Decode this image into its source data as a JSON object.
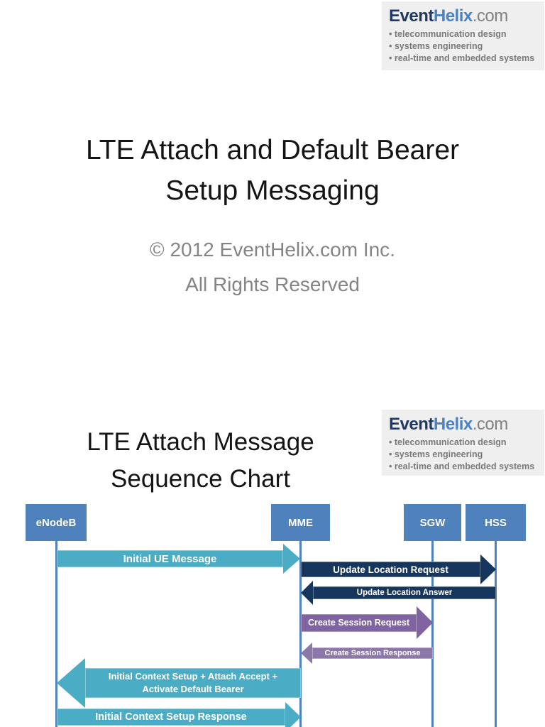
{
  "logo": {
    "brand_part1": "Event",
    "brand_part2": "Helix",
    "brand_part3": ".com",
    "bullet1": "telecommunication design",
    "bullet2": "systems engineering",
    "bullet3": "real-time and embedded systems"
  },
  "title_slide": {
    "title_line1": "LTE Attach and Default Bearer",
    "title_line2": "Setup Messaging",
    "copyright": "© 2012 EventHelix.com Inc.",
    "rights": "All Rights Reserved"
  },
  "diagram_slide": {
    "title_line1": "LTE Attach Message",
    "title_line2": "Sequence Chart"
  },
  "chart_data": {
    "type": "sequence_diagram",
    "title": "LTE Attach Message Sequence Chart",
    "actors": [
      {
        "name": "eNodeB"
      },
      {
        "name": "MME"
      },
      {
        "name": "SGW"
      },
      {
        "name": "HSS"
      }
    ],
    "messages": [
      {
        "label": "Initial UE Message",
        "from": "eNodeB",
        "to": "MME",
        "direction": "right",
        "color": "#4BACC6"
      },
      {
        "label": "Update Location Request",
        "from": "MME",
        "to": "HSS",
        "direction": "right",
        "color": "#17365D"
      },
      {
        "label": "Update Location Answer",
        "from": "HSS",
        "to": "MME",
        "direction": "left",
        "color": "#17365D"
      },
      {
        "label": "Create Session Request",
        "from": "MME",
        "to": "SGW",
        "direction": "right",
        "color": "#8064A2"
      },
      {
        "label": "Create Session Response",
        "from": "SGW",
        "to": "MME",
        "direction": "left",
        "color": "#8C77A8"
      },
      {
        "label": "Initial Context Setup + Attach Accept + Activate Default Bearer",
        "from": "MME",
        "to": "eNodeB",
        "direction": "left",
        "color": "#4BACC6"
      },
      {
        "label": "Initial Context Setup Response",
        "from": "eNodeB",
        "to": "MME",
        "direction": "right",
        "color": "#4BACC6"
      }
    ],
    "colors": {
      "actor_box": "#4F81BD",
      "lifeline": "#4F81BD",
      "teal": "#4BACC6",
      "navy": "#17365D",
      "purple": "#8064A2",
      "light_purple": "#8C77A8",
      "logo_background": "#EFEFEF",
      "logo_navy": "#1F3864",
      "logo_blue": "#4A82C4",
      "logo_gray": "#808080"
    }
  }
}
